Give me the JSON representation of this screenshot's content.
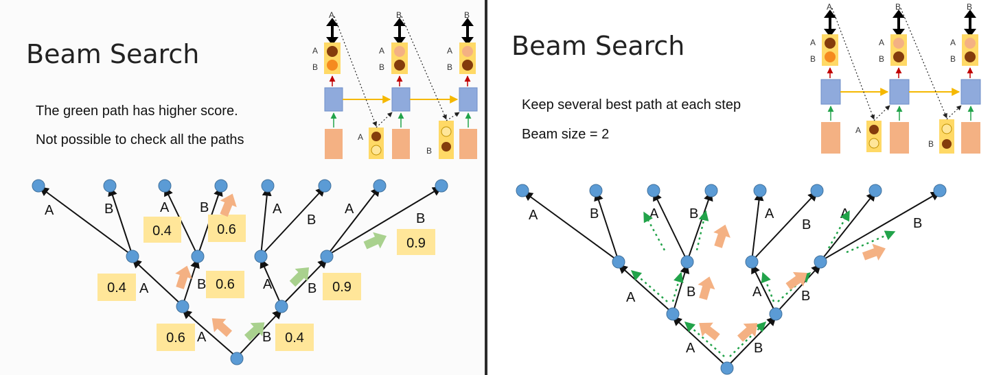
{
  "left_slide": {
    "title": "Beam Search",
    "line1": "The green path has higher score.",
    "line2": "Not possible to check all the paths",
    "tree": {
      "labels": [
        "A",
        "B",
        "A",
        "B",
        "A",
        "B",
        "A",
        "B",
        "A",
        "B",
        "A",
        "B",
        "A",
        "B"
      ],
      "scores": [
        "0.4",
        "0.6",
        "0.4",
        "0.6",
        "0.9",
        "0.9",
        "0.6",
        "0.4"
      ]
    }
  },
  "right_slide": {
    "title": "Beam Search",
    "line1": "Keep several best path at each step",
    "line2": "Beam size = 2",
    "tree": {
      "labels": [
        "A",
        "B",
        "A",
        "B",
        "A",
        "B",
        "A",
        "B",
        "A",
        "B",
        "A",
        "B",
        "A",
        "B"
      ]
    }
  },
  "mini_diagram": {
    "token_a": "A",
    "token_b": "B",
    "top_tokens": [
      "A",
      "B",
      "B"
    ]
  },
  "colors": {
    "node": "#5b9bd5",
    "score_box": "#ffe699",
    "pink_arrow": "#f4b183",
    "green_arrow": "#a9d18e",
    "rnn_cell": "#8faadc",
    "input_cell": "#f4b183",
    "prob_box": "#ffd966"
  }
}
